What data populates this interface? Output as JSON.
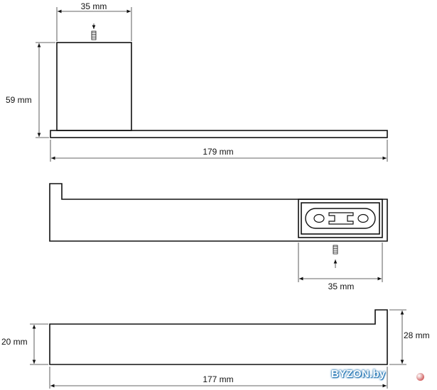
{
  "labels": {
    "top_width": "35 mm",
    "top_height": "59 mm",
    "top_length": "179 mm",
    "middle_width": "35 mm",
    "bottom_height_left": "20 mm",
    "bottom_height_right": "28  mm",
    "bottom_length": "177 mm"
  },
  "watermark": {
    "text": "BYZON.by"
  },
  "colors": {
    "line": "#111111",
    "watermark_outline": "#1a6fb0",
    "watermark_dot": "#c41f1f"
  }
}
